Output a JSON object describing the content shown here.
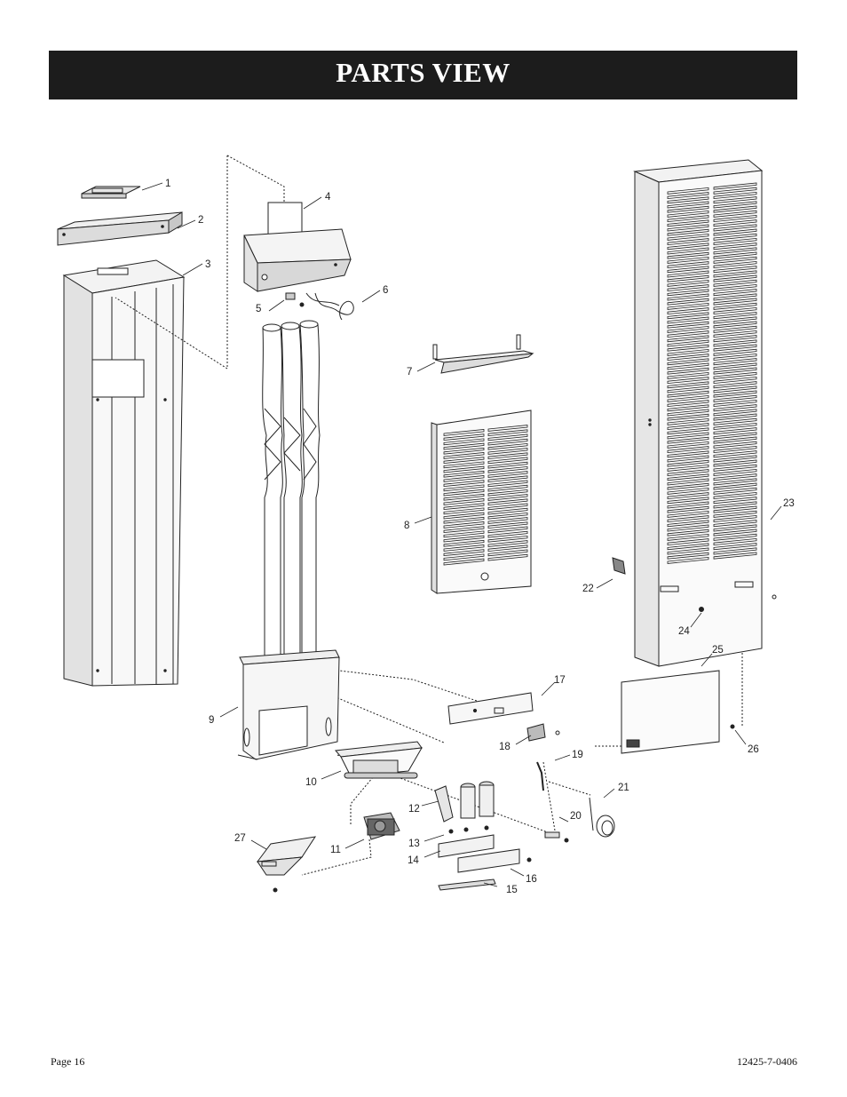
{
  "header": {
    "title": "PARTS VIEW"
  },
  "callouts": [
    "1",
    "2",
    "3",
    "4",
    "5",
    "6",
    "7",
    "8",
    "9",
    "10",
    "11",
    "12",
    "13",
    "14",
    "15",
    "16",
    "17",
    "18",
    "19",
    "20",
    "21",
    "22",
    "23",
    "24",
    "25",
    "26",
    "27"
  ],
  "footer": {
    "page": "Page 16",
    "doc_number": "12425-7-0406"
  }
}
